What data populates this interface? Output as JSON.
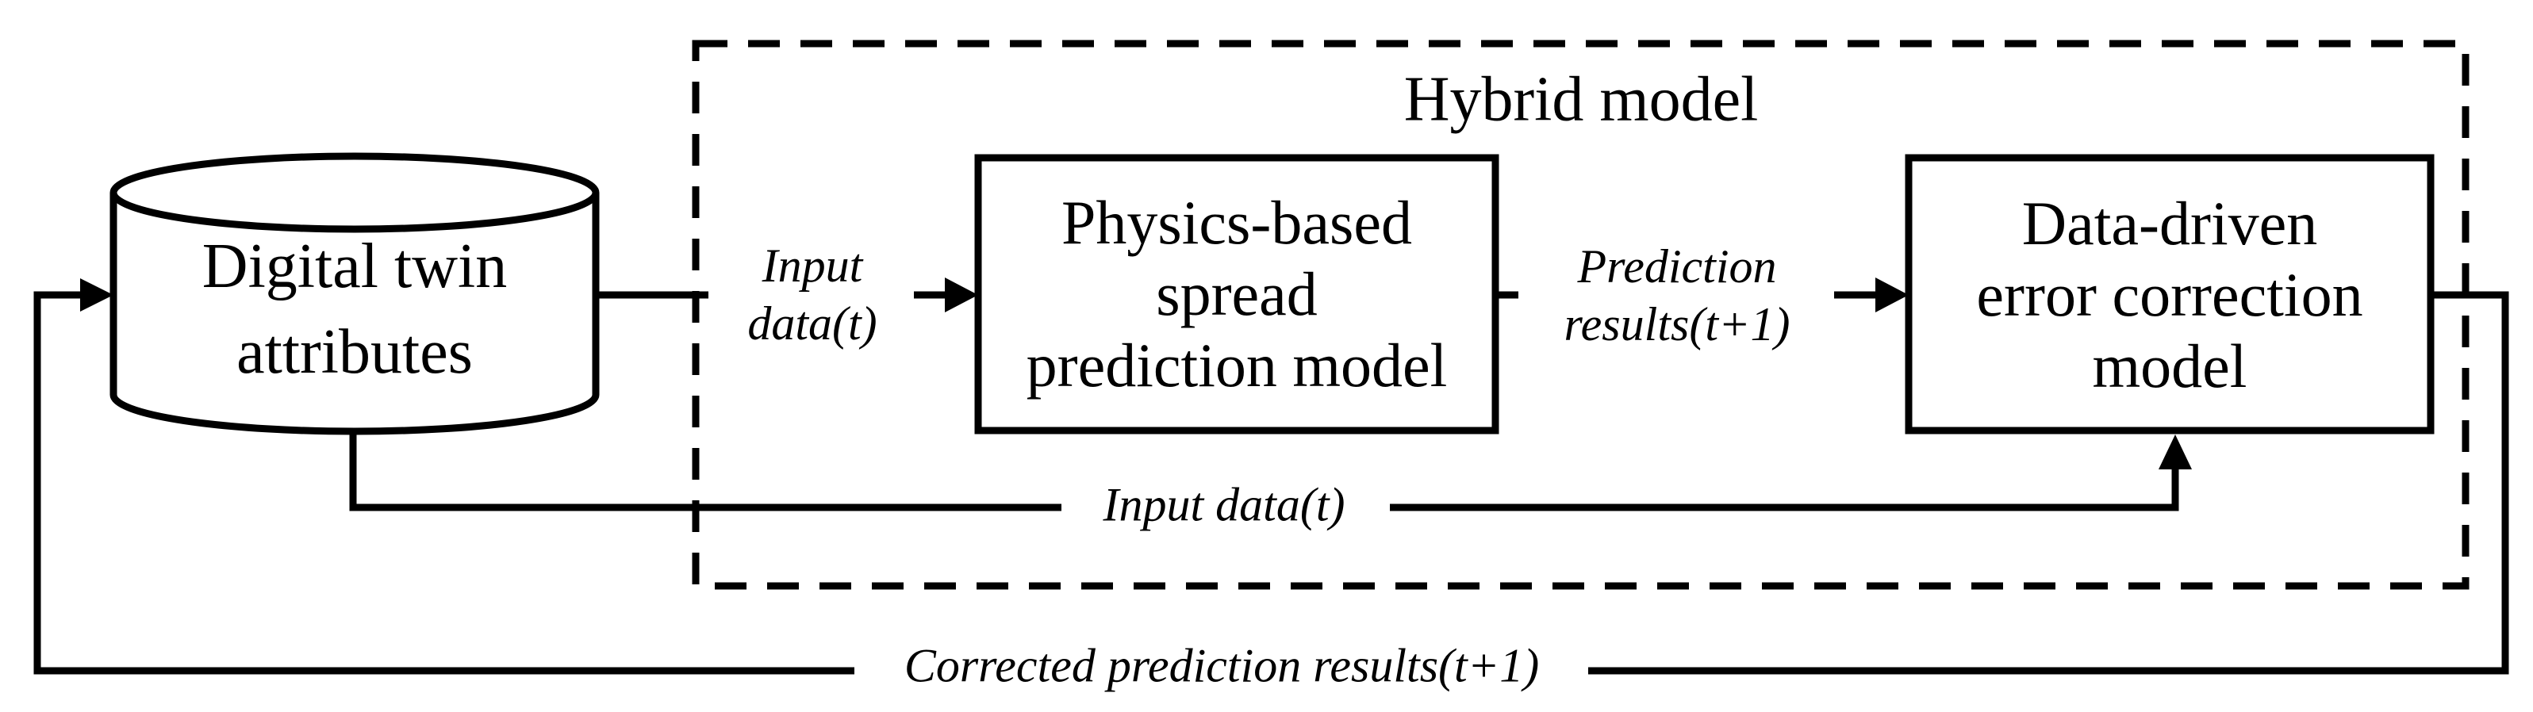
{
  "diagram": {
    "colors": {
      "background": "#ffffff",
      "stroke": "#000000",
      "text": "#000000"
    },
    "hybrid_box": {
      "title": "Hybrid model"
    },
    "digital_twin_store": {
      "lines": [
        "Digital twin",
        "attributes"
      ]
    },
    "physics_box": {
      "lines": [
        "Physics-based",
        "spread",
        "prediction model"
      ]
    },
    "data_driven_box": {
      "lines": [
        "Data-driven",
        "error correction",
        "model"
      ]
    },
    "labels": {
      "input_data_top": {
        "lines": [
          "Input",
          "data(t)"
        ]
      },
      "prediction_results": {
        "lines": [
          "Prediction",
          "results(t+1)"
        ]
      },
      "input_data_bottom": "Input data(t)",
      "corrected_results": "Corrected prediction results(t+1)"
    }
  }
}
